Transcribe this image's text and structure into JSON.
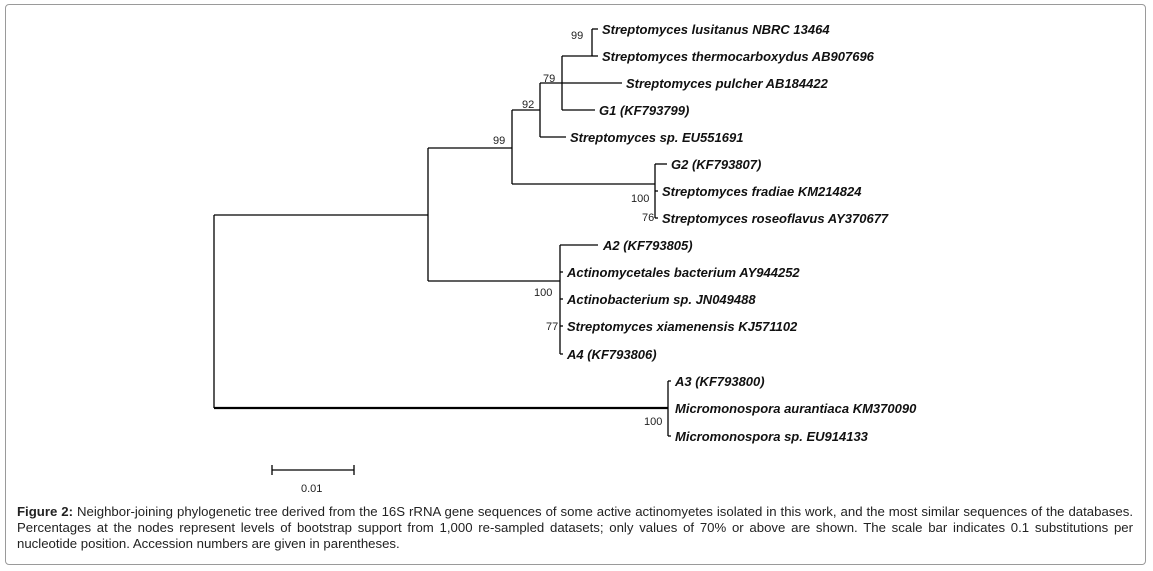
{
  "figure": {
    "taxa": [
      {
        "id": "t1",
        "label": "Streptomyces lusitanus NBRC 13464"
      },
      {
        "id": "t2",
        "label": "Streptomyces thermocarboxydus AB907696"
      },
      {
        "id": "t3",
        "label": "Streptomyces pulcher AB184422"
      },
      {
        "id": "t4",
        "label": "G1 (KF793799)"
      },
      {
        "id": "t5",
        "label": "Streptomyces sp. EU551691"
      },
      {
        "id": "t6",
        "label": "G2 (KF793807)"
      },
      {
        "id": "t7",
        "label": "Streptomyces fradiae KM214824"
      },
      {
        "id": "t8",
        "label": "Streptomyces roseoflavus AY370677"
      },
      {
        "id": "t9",
        "label": "A2 (KF793805)"
      },
      {
        "id": "t10",
        "label": "Actinomycetales bacterium AY944252"
      },
      {
        "id": "t11",
        "label": "Actinobacterium sp. JN049488"
      },
      {
        "id": "t12",
        "label": "Streptomyces xiamenensis KJ571102"
      },
      {
        "id": "t13",
        "label": "A4 (KF793806)"
      },
      {
        "id": "t14",
        "label": "A3 (KF793800)"
      },
      {
        "id": "t15",
        "label": "Micromonospora aurantiaca KM370090"
      },
      {
        "id": "t16",
        "label": "Micromonospora sp. EU914133"
      }
    ],
    "bootstrap": [
      "99",
      "79",
      "92",
      "99",
      "100",
      "76",
      "100",
      "77",
      "100"
    ],
    "scale_bar": {
      "label": "0.01"
    }
  },
  "caption": {
    "label": "Figure 2:",
    "text": " Neighbor-joining phylogenetic tree derived from the 16S rRNA gene sequences of some active actinomyetes isolated in this work, and the most similar sequences of the databases. Percentages at the nodes represent levels of bootstrap support from 1,000 re-sampled datasets; only values of 70% or above are shown. The scale bar indicates 0.1 substitutions per nucleotide position. Accession numbers are given in parentheses."
  }
}
